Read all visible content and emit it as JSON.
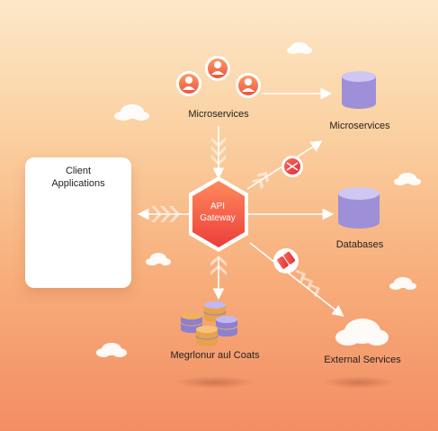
{
  "diagram": {
    "nodes": {
      "client_applications": {
        "label": "Client\nApplications"
      },
      "api_gateway": {
        "label": "API\nGateway"
      },
      "microservices_users": {
        "label": "Microservices"
      },
      "microservices_db": {
        "label": "Microservices"
      },
      "databases": {
        "label": "Databases"
      },
      "data_store": {
        "label": "Megrlonur aul Coats"
      },
      "external_services": {
        "label": "External Services"
      }
    },
    "edges": [
      {
        "from": "api_gateway",
        "to": "client_applications"
      },
      {
        "from": "microservices_users",
        "to": "api_gateway"
      },
      {
        "from": "microservices_users",
        "to": "microservices_db"
      },
      {
        "from": "api_gateway",
        "to": "microservices_db"
      },
      {
        "from": "api_gateway",
        "to": "databases"
      },
      {
        "from": "api_gateway",
        "to": "data_store"
      },
      {
        "from": "api_gateway",
        "to": "external_services"
      }
    ]
  },
  "colors": {
    "accent": "#f15a3c",
    "gateway_top": "#ff8a5c",
    "gateway_bottom": "#ec3d3a",
    "database": "#b4a9e6",
    "connector": "#ffffff"
  }
}
